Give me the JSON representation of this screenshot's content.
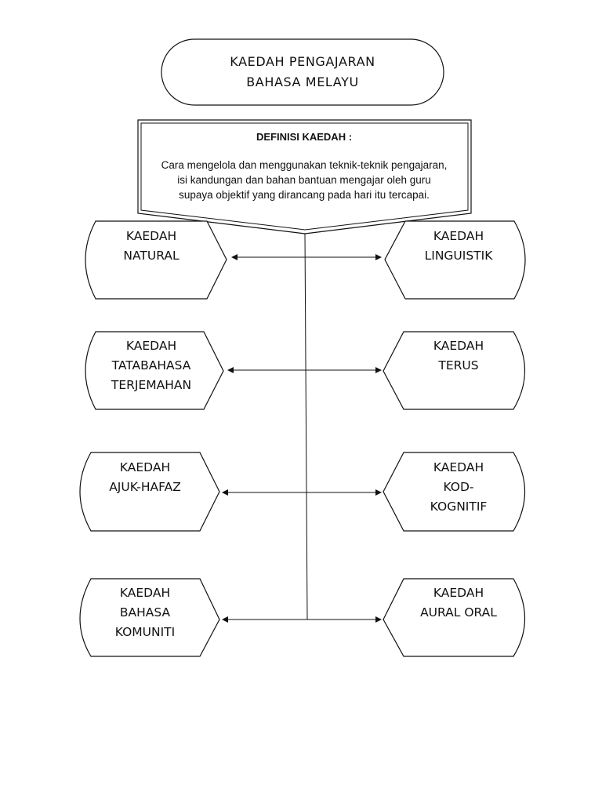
{
  "title": {
    "line1": "KAEDAH PENGAJARAN",
    "line2": "BAHASA MELAYU"
  },
  "definition": {
    "heading": "DEFINISI KAEDAH :",
    "body": [
      "Cara mengelola dan menggunakan teknik-teknik pengajaran,",
      "isi kandungan dan bahan bantuan mengajar oleh guru",
      "supaya objektif yang dirancang pada hari itu tercapai."
    ]
  },
  "nodes": {
    "natural": [
      "KAEDAH",
      "NATURAL"
    ],
    "linguistik": [
      "KAEDAH",
      "LINGUISTIK"
    ],
    "tatabahasa": [
      "KAEDAH",
      "TATABAHASA",
      "TERJEMAHAN"
    ],
    "terus": [
      "KAEDAH",
      "TERUS"
    ],
    "ajuk": [
      "KAEDAH",
      "AJUK-HAFAZ"
    ],
    "kod": [
      "KAEDAH",
      "KOD-",
      "KOGNITIF"
    ],
    "komuniti": [
      "KAEDAH",
      "BAHASA",
      "KOMUNITI"
    ],
    "aural": [
      "KAEDAH",
      "AURAL ORAL"
    ]
  }
}
